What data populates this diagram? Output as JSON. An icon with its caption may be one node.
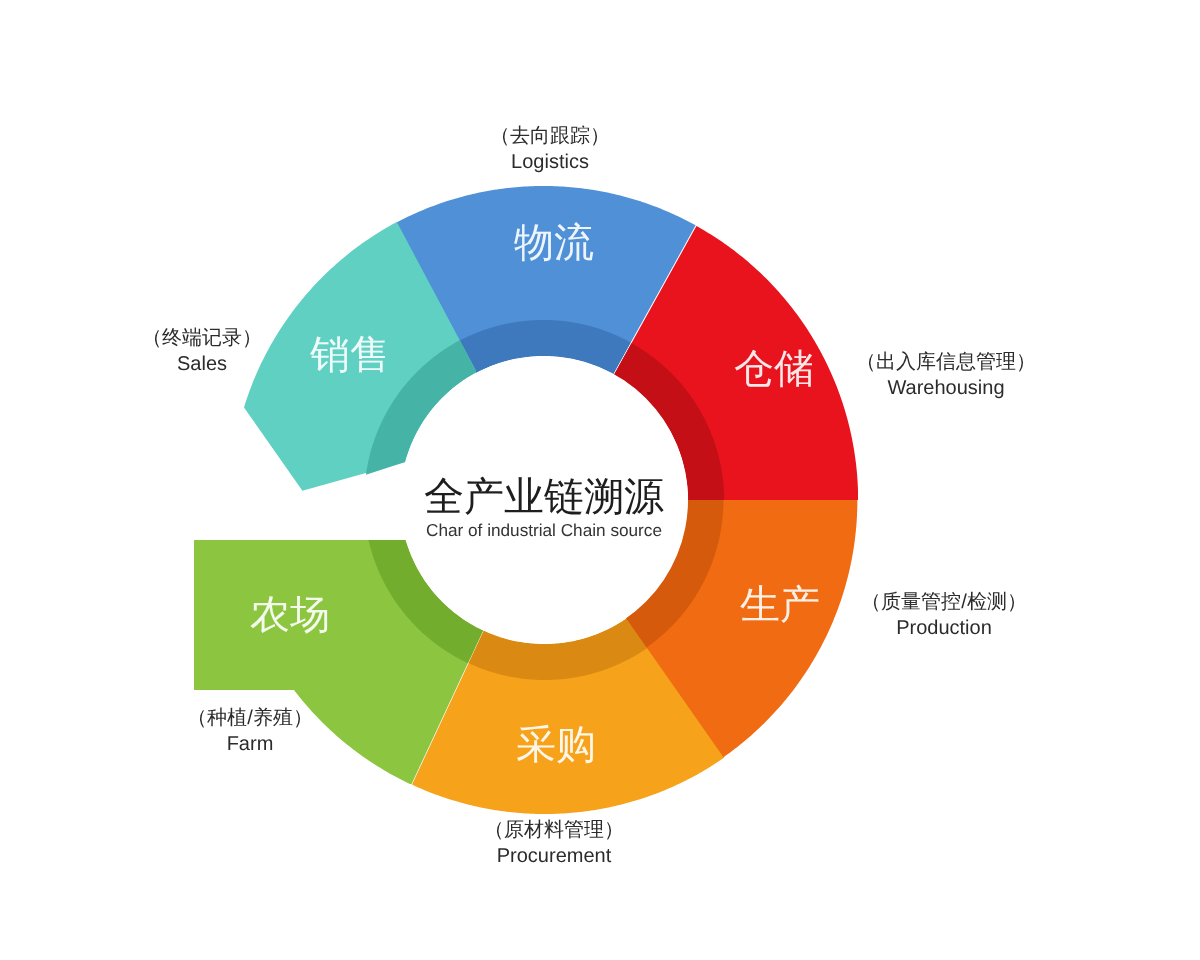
{
  "diagram": {
    "nodes": [
      {
        "text": [
          "全产业链溯源",
          "Char of industrial Chain source"
        ]
      },
      {
        "text": [
          "农场"
        ],
        "beside": [
          "（种植/养殖）",
          "Farm"
        ]
      },
      {
        "text": [
          "采购"
        ],
        "beside": [
          "（原材料管理）",
          "Procurement"
        ]
      },
      {
        "text": [
          "生产"
        ],
        "beside": [
          "（质量管控/检测）",
          "Production"
        ]
      },
      {
        "text": [
          "仓储"
        ],
        "beside": [
          "（出入库信息管理）",
          "Warehousing"
        ]
      },
      {
        "text": [
          "物流"
        ],
        "beside": [
          "（去向跟踪）",
          "Logistics"
        ]
      },
      {
        "text": [
          "销售"
        ],
        "beside": [
          "（终端记录）",
          "Sales"
        ]
      }
    ]
  }
}
